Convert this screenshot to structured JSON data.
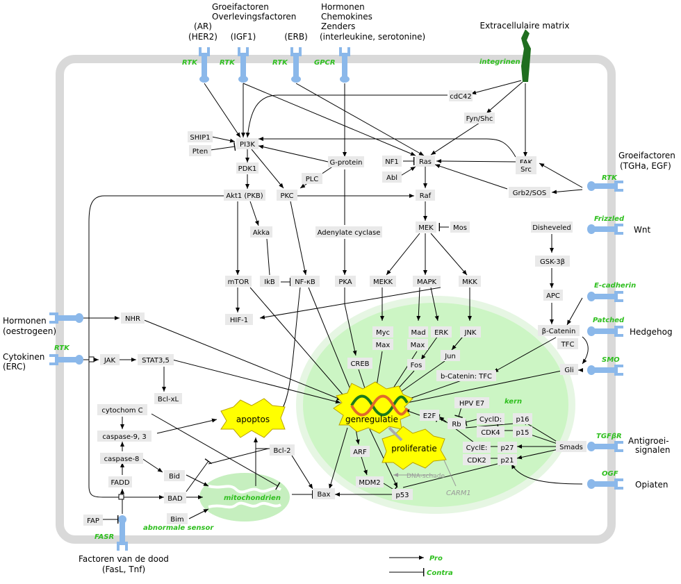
{
  "colors": {
    "cell_border": "#d9d9d9",
    "nucleus": "#ccf5c4",
    "node_box": "#e9e9e9",
    "receptor": "#8bb8ea",
    "green_label": "#2fbf1f",
    "integrin": "#1f6e1f",
    "mito": "#c6efbf",
    "burst": "#ffff00",
    "burst_stroke": "#b8a000"
  },
  "nodes": {
    "cdc42": "cdC42",
    "fynshc": "Fyn/Shc",
    "ship1": "SHIP1",
    "pten": "Pten",
    "pi3k": "PI3K",
    "gprotein": "G-protein",
    "nf1": "NF1",
    "ras": "Ras",
    "fak": "FAK",
    "src": "Src",
    "abl": "Abl",
    "pdk1": "PDK1",
    "plc": "PLC",
    "akt1": "Akt1 (PKB)",
    "pkc": "PKC",
    "raf": "Raf",
    "grb2sos": "Grb2/SOS",
    "akka": "Akka",
    "adenylate": "Adenylate cyclase",
    "mek": "MEK",
    "mos": "Mos",
    "disheveled": "Disheveled",
    "gsk3b": "GSK-3β",
    "mtor": "mTOR",
    "ikb": "IkB",
    "nfkb": "NF-κB",
    "pka": "PKA",
    "mekk": "MEKK",
    "mapk": "MAPK",
    "mkk": "MKK",
    "apc": "APC",
    "nhr": "NHR",
    "hif1": "HIF-1",
    "bcatenin": "β-Catenin",
    "tfc": "TFC",
    "myc": "Myc",
    "max1": "Max",
    "mad": "Mad",
    "max2": "Max",
    "erk": "ERK",
    "jnk": "JNK",
    "jak": "JAK",
    "stat35": "STAT3,5",
    "creb": "CREB",
    "fos": "Fos",
    "jun": "Jun",
    "bcatenintfc": "b-Catenin: TFC",
    "gli": "Gli",
    "bclxl": "Bcl-xL",
    "hpve7": "HPV E7",
    "cytochomc": "cytochom C",
    "e2f": "E2F",
    "rb": "Rb",
    "cycld": "CyclD:",
    "p16": "p16",
    "caspase93": "caspase-9, 3",
    "cdk4": "CDK4",
    "p15": "p15",
    "bcl2": "Bcl-2",
    "cycle": "CyclE:",
    "p27": "p27",
    "smads": "Smads",
    "caspase8": "caspase-8",
    "arf": "ARF",
    "cdk2": "CDK2",
    "p21": "p21",
    "bid": "Bid",
    "fadd": "FADD",
    "mdm2": "MDM2",
    "bad": "BAD",
    "bax": "Bax",
    "p53": "p53",
    "bim": "Bim",
    "fap": "FAP"
  },
  "ext_labels": {
    "ar": "(AR)",
    "her2": "(HER2)",
    "igf1": "(IGF1)",
    "erb": "(ERB)",
    "groei_top_1": "Groeifactoren",
    "groei_top_2": "Overlevingsfactoren",
    "horm_top_1": "Hormonen",
    "horm_top_2": "Chemokines",
    "horm_top_3": "Zenders",
    "horm_top_4": "(interleukine, serotonine)",
    "ecm": "Extracellulaire matrix",
    "groei_right_1": "Groeifactoren",
    "groei_right_2": "(TGHa, EGF)",
    "wnt": "Wnt",
    "hedgehog": "Hedgehog",
    "antigroei_1": "Antigroei-",
    "antigroei_2": "signalen",
    "opiaten": "Opiaten",
    "horm_left_1": "Hormonen",
    "horm_left_2": "(oestrogeen)",
    "cyto_left_1": "Cytokinen",
    "cyto_left_2": "(ERC)",
    "death_1": "Factoren van de dood",
    "death_2": "(FasL, Tnf)"
  },
  "receptors": {
    "rtk": "RTK",
    "gpcr": "GPCR",
    "integrin": "integrinen",
    "frizzled": "Frizzled",
    "ecadherin": "E-cadherin",
    "patched": "Patched",
    "smo": "SMO",
    "tgfbr": "TGFβR",
    "ogf": "OGF",
    "fasr": "FASR"
  },
  "misc": {
    "apoptos": "apoptos",
    "genregulatie": "genregulatie",
    "proliferatie": "proliferatie",
    "mitochondrien": "mitochondrien",
    "kern": "kern",
    "dna_schade": "DNA-schade",
    "carm1": "CARM1",
    "abnormale_sensor": "abnormale  sensor",
    "legend_pro": "Pro",
    "legend_contra": "Contra"
  }
}
